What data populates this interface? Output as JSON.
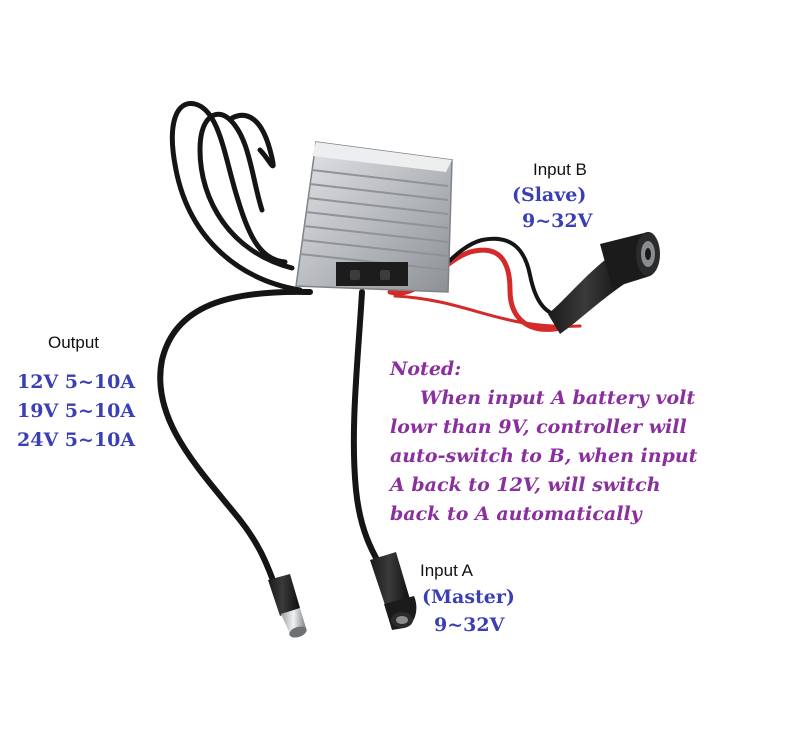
{
  "output": {
    "title": "Output",
    "specs": [
      "12V 5~10A",
      "19V 5~10A",
      "24V 5~10A"
    ]
  },
  "input_b": {
    "title": "Input B",
    "role": "(Slave)",
    "range": "9~32V"
  },
  "input_a": {
    "title": "Input A",
    "role": "(Master)",
    "range": "9~32V"
  },
  "note": {
    "heading": "Noted:",
    "lines": [
      "When input A battery volt",
      "lowr than 9V, controller will",
      "auto-switch to B, when input",
      "A  back to 12V, will switch",
      "back to A automatically"
    ]
  },
  "colors": {
    "spec_blue": "#3a3fb3",
    "note_purple": "#8a2f9e",
    "cable_black": "#151515",
    "wire_red": "#d42a2a",
    "housing_silver": "#b9bcc0"
  }
}
